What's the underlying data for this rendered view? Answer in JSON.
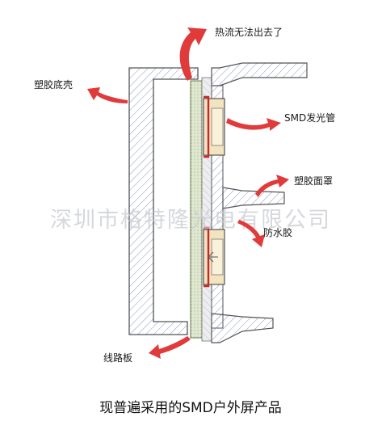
{
  "labels": {
    "heat": "热流无法出去了",
    "base": "塑胶底壳",
    "smd": "SMD发光管",
    "mask": "塑胶面罩",
    "waterproof": "防水胶",
    "pcb": "线路板"
  },
  "watermark": "深圳市格特隆光电有限公司",
  "caption": "现普遍采用的SMD户外屏产品",
  "colors": {
    "arrow": "#e03a3a",
    "outline": "#555555",
    "hatch": "#8c96c8",
    "pcb_fill": "#dfe8cf",
    "led_body": "#f3e4c0",
    "led_red": "#c62828",
    "watermark": "#c9cbd0"
  }
}
